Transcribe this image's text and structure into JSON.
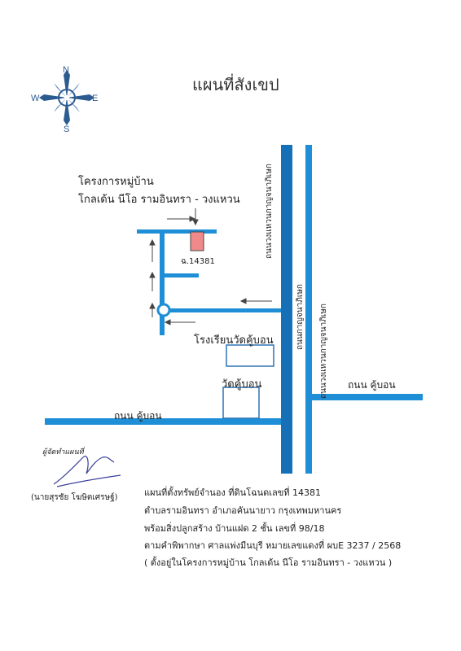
{
  "title": "แผนที่สังเขป",
  "compass": {
    "n": "N",
    "e": "E",
    "s": "S",
    "w": "W"
  },
  "project": {
    "line1": "โครงการหมู่บ้าน",
    "line2": "โกลเด้น นีโอ รามอินทรา - วงแหวน"
  },
  "plot_label": "ฉ.14381",
  "landmarks": {
    "school": "โรงเรียนวัดคู้บอน",
    "temple": "วัดคู้บอน"
  },
  "roads": {
    "ring_road_1": "ถนนวงแหวนกาญจนาภิเษก",
    "ring_road_2": "ถนนวงแหวนกาญจนาภิเษก",
    "local_road": "ถนนกาญจนาภิเษก",
    "kubon_right": "ถนน คู้บอน",
    "kubon_left": "ถนน คู้บอน"
  },
  "signature": {
    "caption": "ผู้จัดทำแผนที่",
    "name": "(นายสุรชัย โฆษิตเศรษฐ์)"
  },
  "info": {
    "line1": "แผนที่ตั้งทรัพย์จำนอง ที่ดินโฉนดเลขที่ 14381",
    "line2": "ตำบลรามอินทรา อำเภอคันนายาว กรุงเทพมหานคร",
    "line3": "พร้อมสิ่งปลูกสร้าง บ้านแฝด 2 ชั้น เลขที่ 98/18",
    "line4": "ตามคำพิพากษา ศาลแพ่งมีนบุรี หมายเลขแดงที่ ผบE 3237 / 2568",
    "line5": "( ตั้งอยู่ในโครงการหมู่บ้าน โกลเด้น นีโอ รามอินทรา - วงแหวน )"
  },
  "colors": {
    "road": "#1e8fd6",
    "highway": "#1570b8",
    "plot": "#f08a8a",
    "building": "#2f73b5",
    "arrow": "#444444"
  }
}
